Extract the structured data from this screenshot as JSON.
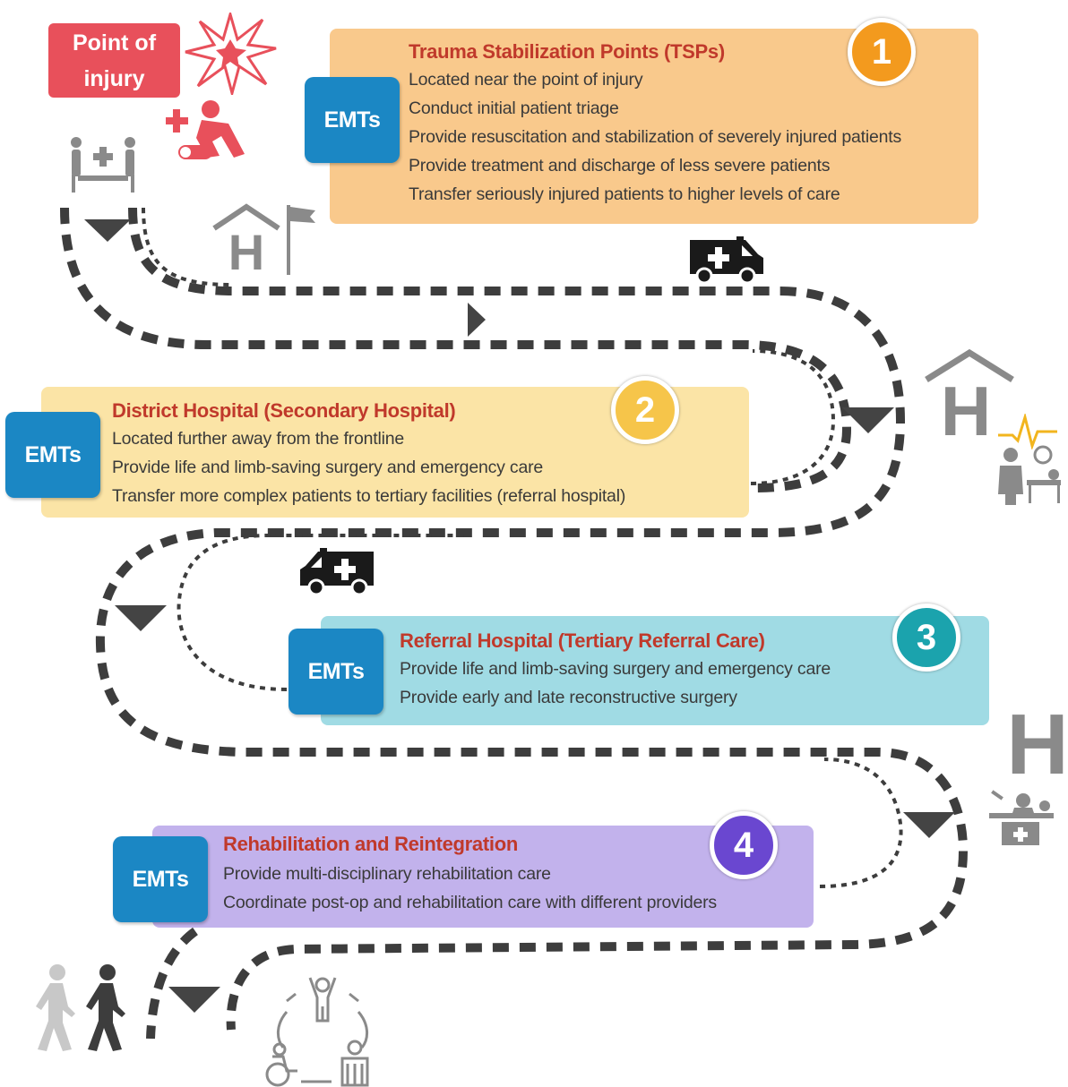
{
  "point_of_injury": {
    "line1": "Point of",
    "line2": "injury"
  },
  "emt_label": "EMTs",
  "stages": [
    {
      "number": "1",
      "title": "Trauma Stabilization Points (TSPs)",
      "lines": [
        "Located near the point of injury",
        "Conduct initial patient triage",
        "Provide resuscitation and stabilization of severely injured patients",
        "Provide treatment and discharge of less severe patients",
        "Transfer seriously injured patients to higher levels of care"
      ],
      "box_color": "#f9c98c",
      "badge_color": "#f39a1e"
    },
    {
      "number": "2",
      "title": "District Hospital (Secondary Hospital)",
      "lines": [
        "Located further away from the frontline",
        "Provide life and limb-saving surgery and emergency care",
        "Transfer more complex patients to tertiary facilities (referral hospital)"
      ],
      "box_color": "#fbe4a6",
      "badge_color": "#f6c54a"
    },
    {
      "number": "3",
      "title": "Referral Hospital (Tertiary Referral Care)",
      "lines": [
        "Provide life and limb-saving surgery and emergency care",
        "Provide early and late reconstructive surgery"
      ],
      "box_color": "#a0dbe4",
      "badge_color": "#1ba3ad"
    },
    {
      "number": "4",
      "title": "Rehabilitation and Reintegration",
      "lines": [
        "Provide multi-disciplinary rehabilitation care",
        "Coordinate post-op and rehabilitation care with different providers"
      ],
      "box_color": "#c2b2ec",
      "badge_color": "#6a47d0"
    }
  ],
  "icons": [
    "explosion-icon",
    "cpr-icon",
    "stretcher-icon",
    "field-hospital-icon",
    "flag-icon",
    "ambulance-icon",
    "hospital-icon",
    "heartbeat-icon",
    "doctor-patient-icon",
    "surgery-icon",
    "walking-people-icon",
    "rehabilitation-icon"
  ]
}
